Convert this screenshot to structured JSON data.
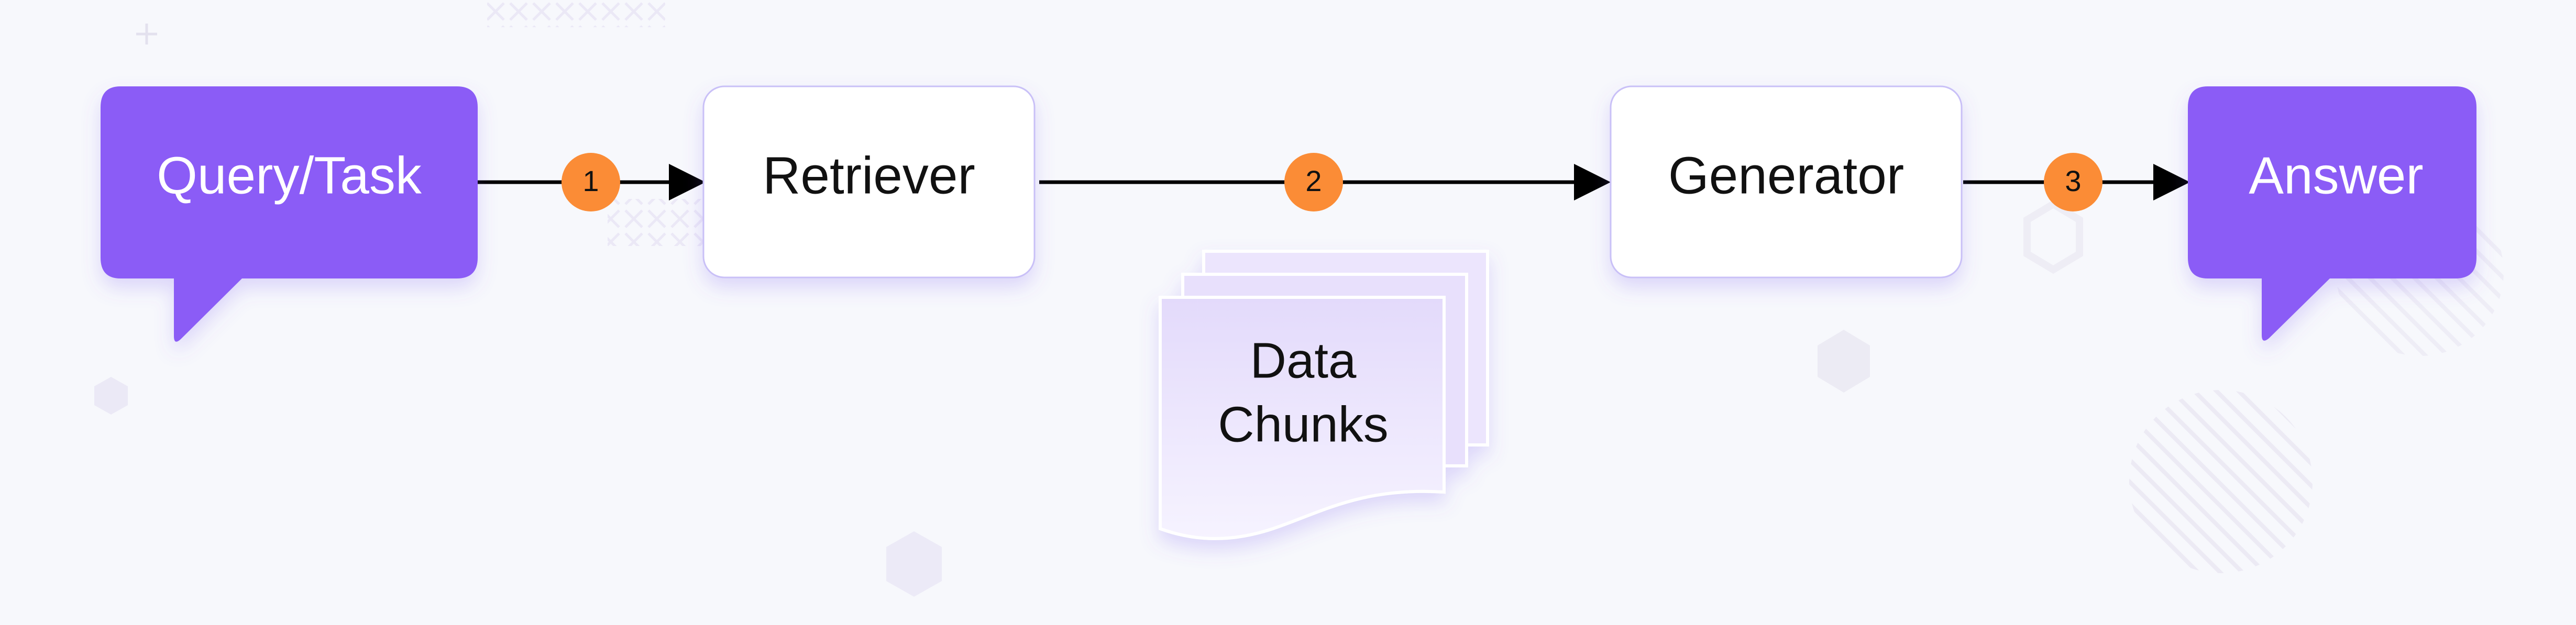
{
  "nodes": {
    "query": {
      "label": "Query/Task"
    },
    "retriever": {
      "label": "Retriever"
    },
    "generator": {
      "label": "Generator"
    },
    "answer": {
      "label": "Answer"
    },
    "chunks": {
      "line1": "Data",
      "line2": "Chunks"
    }
  },
  "steps": [
    {
      "label": "1"
    },
    {
      "label": "2"
    },
    {
      "label": "3"
    }
  ],
  "colors": {
    "bubble": "#8b5cf6",
    "badge": "#fb8c36",
    "arrow": "#000000",
    "background": "#f7f8fc",
    "box_border": "#c9c0f7",
    "chunk_fill": "#e6defc"
  }
}
